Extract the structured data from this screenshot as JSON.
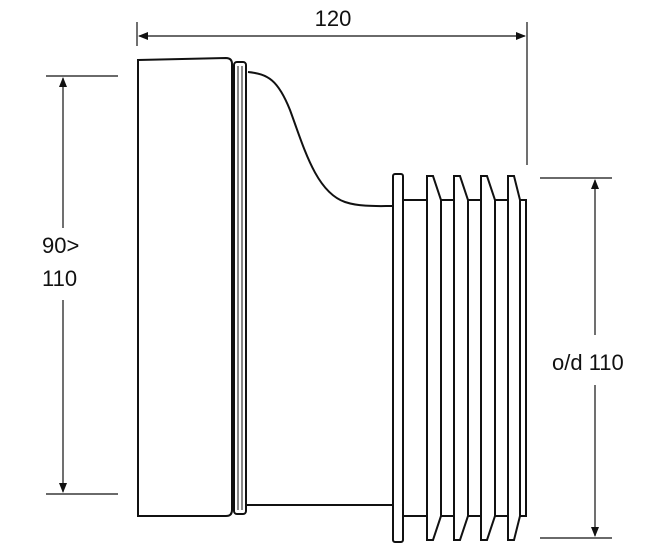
{
  "dimensions": {
    "length": "120",
    "inlet_line1": "90>",
    "inlet_line2": "110",
    "outlet": "o/d 110"
  },
  "colors": {
    "line": "#111111",
    "background": "#ffffff"
  }
}
